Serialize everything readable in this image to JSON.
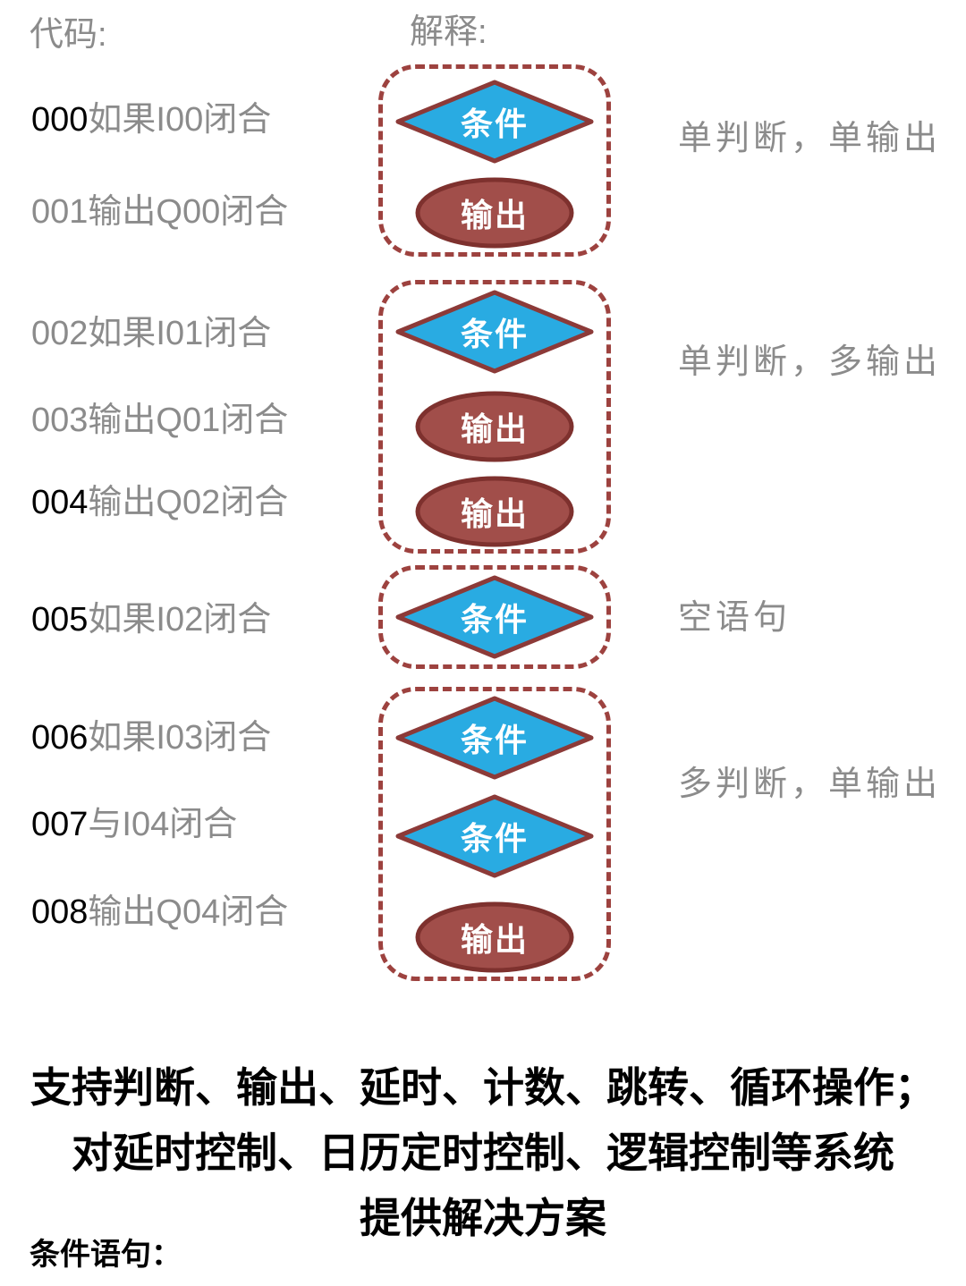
{
  "header": {
    "code_label": "代码:",
    "explain_label": "解释:"
  },
  "code_lines": [
    {
      "num": "000",
      "num_color": "#000000",
      "text": "如果I00闭合"
    },
    {
      "num": "001",
      "num_color": "#8b8b8b",
      "text": "输出Q00闭合"
    },
    {
      "num": "002",
      "num_color": "#8b8b8b",
      "text": "如果I01闭合"
    },
    {
      "num": "003",
      "num_color": "#8b8b8b",
      "text": "输出Q01闭合"
    },
    {
      "num": "004",
      "num_color": "#000000",
      "text": "输出Q02闭合"
    },
    {
      "num": "005",
      "num_color": "#000000",
      "text": "如果I02闭合"
    },
    {
      "num": "006",
      "num_color": "#000000",
      "text": "如果I03闭合"
    },
    {
      "num": "007",
      "num_color": "#000000",
      "text": "与I04闭合"
    },
    {
      "num": "008",
      "num_color": "#000000",
      "text": "输出Q04闭合"
    }
  ],
  "shapes": {
    "condition_label": "条件",
    "output_label": "输出"
  },
  "groups": [
    {
      "label": "单判断，单输出",
      "shapes": [
        "condition",
        "output"
      ]
    },
    {
      "label": "单判断，多输出",
      "shapes": [
        "condition",
        "output",
        "output"
      ]
    },
    {
      "label": "空语句",
      "shapes": [
        "condition"
      ]
    },
    {
      "label": "多判断，单输出",
      "shapes": [
        "condition",
        "condition",
        "output"
      ]
    }
  ],
  "footer": {
    "lines": [
      "支持判断、输出、延时、计数、跳转、循环操作；",
      "对延时控制、日历定时控制、逻辑控制等系统",
      "提供解决方案"
    ],
    "condition_header": "条件语句："
  },
  "colors": {
    "diamond-fill": "#29abe2",
    "shape-stroke": "#8c3a38",
    "ellipse-fill": "#a14e4a",
    "ellipse-stroke": "#7e312e",
    "box-dash": "#9d423f",
    "gray-text": "#8b8b8b",
    "black-text": "#000000",
    "shape-label": "#ffffff"
  }
}
